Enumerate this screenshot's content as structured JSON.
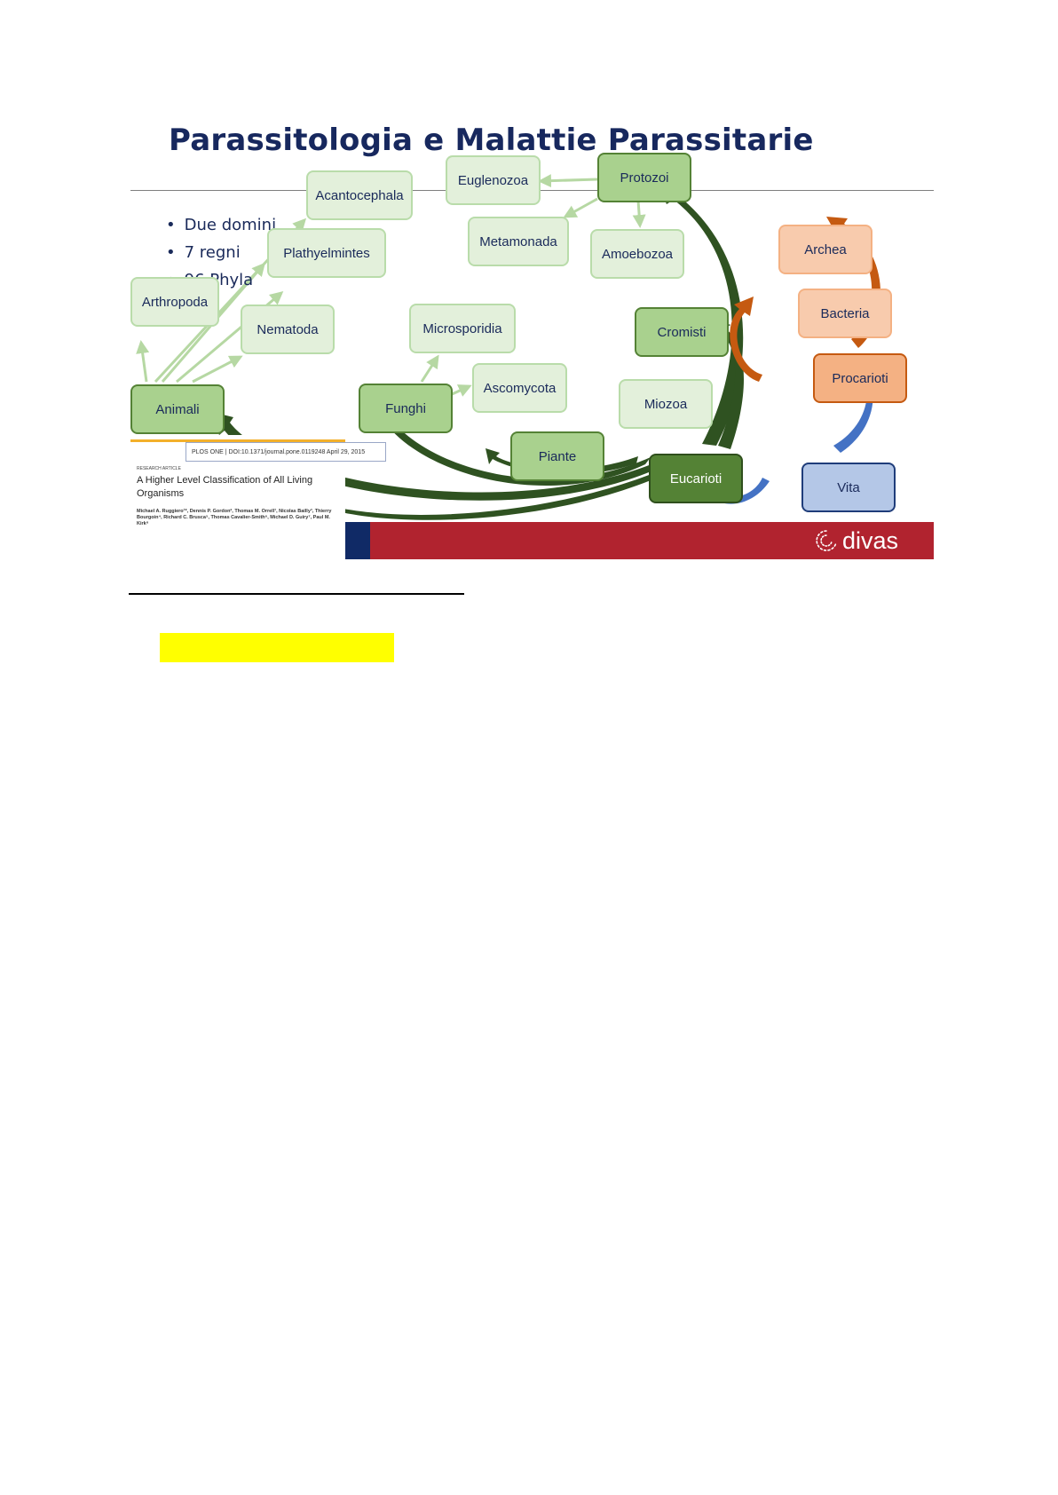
{
  "slide": {
    "title": "Parassitologia e Malattie Parassitarie",
    "bullets": [
      "Due domini",
      "7 regni",
      "96 Phyla"
    ]
  },
  "diagram": {
    "nodes": {
      "acantocephala": "Acantocephala",
      "euglenozoa": "Euglenozoa",
      "protozoi": "Protozoi",
      "metamonada": "Metamonada",
      "amoebozoa": "Amoebozoa",
      "plathyelmintes": "Plathyelmintes",
      "arthropoda": "Arthropoda",
      "nematoda": "Nematoda",
      "microsporidia": "Microsporidia",
      "cromisti": "Cromisti",
      "ascomycota": "Ascomycota",
      "miozoa": "Miozoa",
      "animali": "Animali",
      "funghi": "Funghi",
      "piante": "Piante",
      "eucarioti": "Eucarioti",
      "archea": "Archea",
      "bacteria": "Bacteria",
      "procarioti": "Procarioti",
      "vita": "Vita"
    },
    "colors": {
      "light_green": "#e3f0db",
      "mid_green": "#a9d18e",
      "dark_green": "#548235",
      "arrow_dark_green": "#2f5221",
      "arrow_light_green": "#b6d8a3",
      "peach": "#f8cbad",
      "orange": "#f4b183",
      "arrow_orange": "#c55a11",
      "blue": "#b4c7e7",
      "arrow_blue": "#4472c4",
      "title_navy": "#17285e",
      "footer_red": "#b1232f"
    }
  },
  "footer": {
    "logo": "divas",
    "logo_icon": "divas-swirl-icon"
  },
  "citation": {
    "header": "PLOS ONE | DOI:10.1371/journal.pone.0119248    April 29, 2015",
    "kind": "RESEARCH ARTICLE",
    "title": "A Higher Level Classification of All Living Organisms",
    "authors": "Michael A. Ruggiero¹*, Dennis P. Gordon², Thomas M. Orrell¹, Nicolas Bailly³, Thierry Bourgoin⁴, Richard C. Brusca⁵, Thomas Cavalier-Smith⁶, Michael D. Guiry⁷, Paul M. Kirk⁸"
  },
  "page": {
    "highlight_color": "#ffff00"
  }
}
